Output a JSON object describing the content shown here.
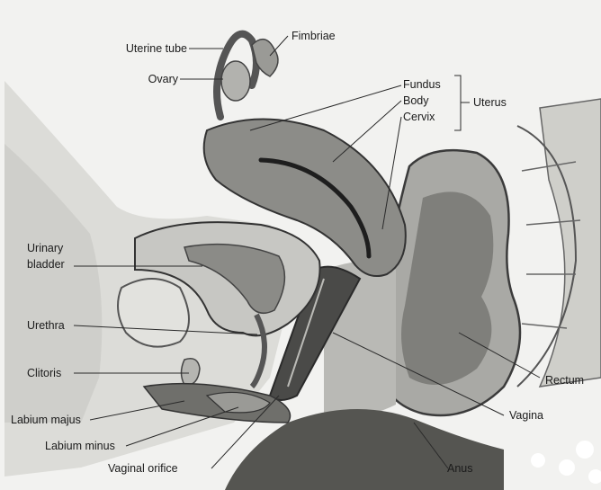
{
  "diagram": {
    "labels": {
      "uterine_tube": "Uterine tube",
      "fimbriae": "Fimbriae",
      "ovary": "Ovary",
      "fundus": "Fundus",
      "body": "Body",
      "cervix": "Cervix",
      "uterus": "Uterus",
      "urinary": "Urinary",
      "bladder": "bladder",
      "urethra": "Urethra",
      "clitoris": "Clitoris",
      "labium_majus": "Labium majus",
      "labium_minus": "Labium minus",
      "vaginal_orifice": "Vaginal orifice",
      "anus": "Anus",
      "vagina": "Vagina",
      "rectum": "Rectum"
    }
  }
}
